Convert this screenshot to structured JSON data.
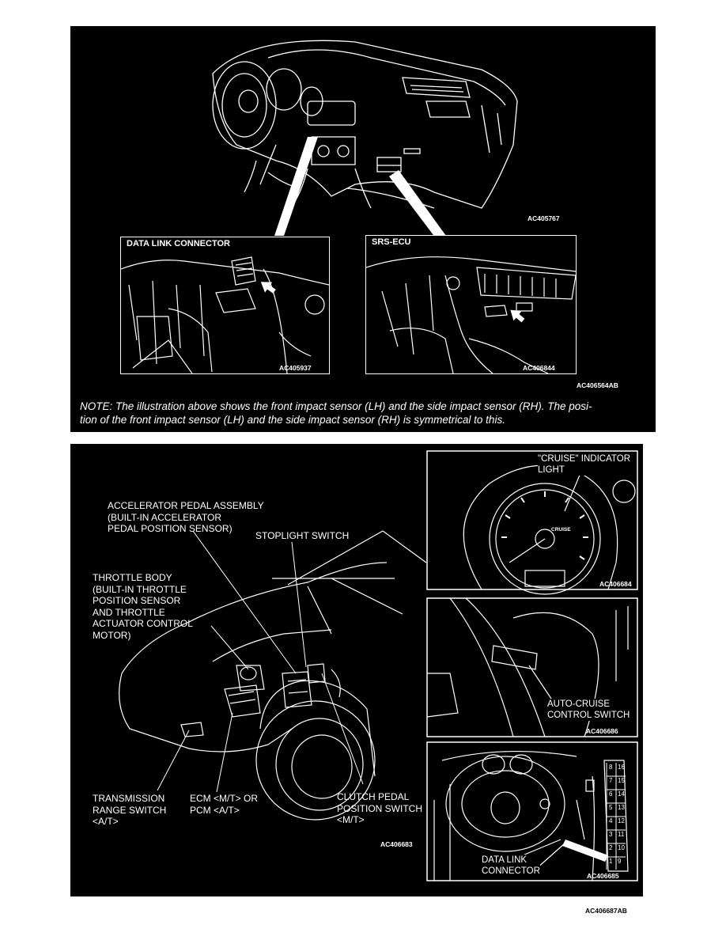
{
  "top_figure": {
    "overview_code": "AC405767",
    "figure_code": "AC406564AB",
    "insets": [
      {
        "title": "DATA LINK CONNECTOR",
        "code": "AC405937"
      },
      {
        "title": "SRS-ECU",
        "code": "AC406844"
      }
    ],
    "note": "NOTE: The illustration above shows the front impact sensor (LH) and the side impact sensor (RH). The posi- tion of the front impact sensor (LH) and the side impact sensor (RH) is symmetrical to this.",
    "note_line1": "NOTE: The illustration above shows the front impact sensor (LH) and the side impact sensor (RH). The posi-",
    "note_line2": "tion of the front impact sensor (LH) and the side impact sensor (RH) is symmetrical to this."
  },
  "bottom_figure": {
    "figure_code": "AC406687AB",
    "main_code": "AC406683",
    "labels": {
      "accelerator": [
        "ACCELERATOR PEDAL ASSEMBLY",
        "(BUILT-IN ACCELERATOR",
        "PEDAL POSITION SENSOR)"
      ],
      "stoplight": "STOPLIGHT SWITCH",
      "throttle": [
        "THROTTLE BODY",
        "(BUILT-IN THROTTLE",
        "POSITION SENSOR",
        "AND THROTTLE",
        "ACTUATOR CONTROL",
        "MOTOR)"
      ],
      "transmission": [
        "TRANSMISSION",
        "RANGE SWITCH",
        "<A/T>"
      ],
      "ecm": [
        "ECM <M/T> OR",
        "PCM <A/T>"
      ],
      "clutch": [
        "CLUTCH PEDAL",
        "POSITION SWITCH",
        "<M/T>"
      ]
    },
    "insets": [
      {
        "label_lines": [
          "\"CRUISE\" INDICATOR",
          "LIGHT"
        ],
        "code": "AC406684",
        "gauge_text": "CRUISE"
      },
      {
        "label_lines": [
          "AUTO-CRUISE",
          "CONTROL SWITCH"
        ],
        "code": "AC406686"
      },
      {
        "label_lines": [
          "DATA LINK",
          "CONNECTOR"
        ],
        "code": "AC406685",
        "pins_left": [
          "8",
          "7",
          "6",
          "5",
          "4",
          "3",
          "2",
          "1"
        ],
        "pins_right": [
          "16",
          "15",
          "14",
          "13",
          "12",
          "11",
          "10",
          "9"
        ]
      }
    ]
  }
}
